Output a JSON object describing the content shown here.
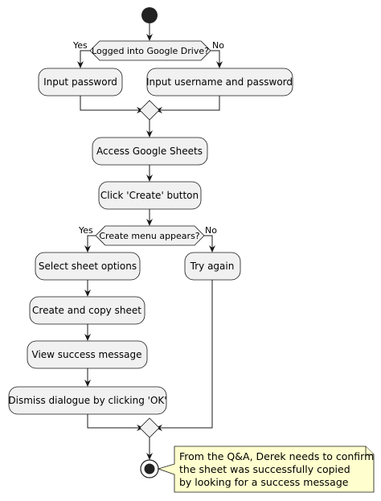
{
  "diagram": {
    "actions": {
      "input_password": "Input password",
      "input_username_password": "Input username and password",
      "access_sheets": "Access Google Sheets",
      "click_create": "Click 'Create' button",
      "select_options": "Select sheet options",
      "create_copy": "Create and copy sheet",
      "view_success": "View success message",
      "dismiss": "Dismiss dialogue by clicking 'OK'",
      "try_again": "Try again"
    },
    "decisions": {
      "logged_in": {
        "question": "Logged into Google Drive?",
        "yes": "Yes",
        "no": "No"
      },
      "menu_appears": {
        "question": "Create menu appears?",
        "yes": "Yes",
        "no": "No"
      }
    },
    "note": {
      "lines": [
        "From the Q&A, Derek needs to confirm",
        "the sheet was successfully copied",
        "by looking for a success message"
      ]
    }
  }
}
